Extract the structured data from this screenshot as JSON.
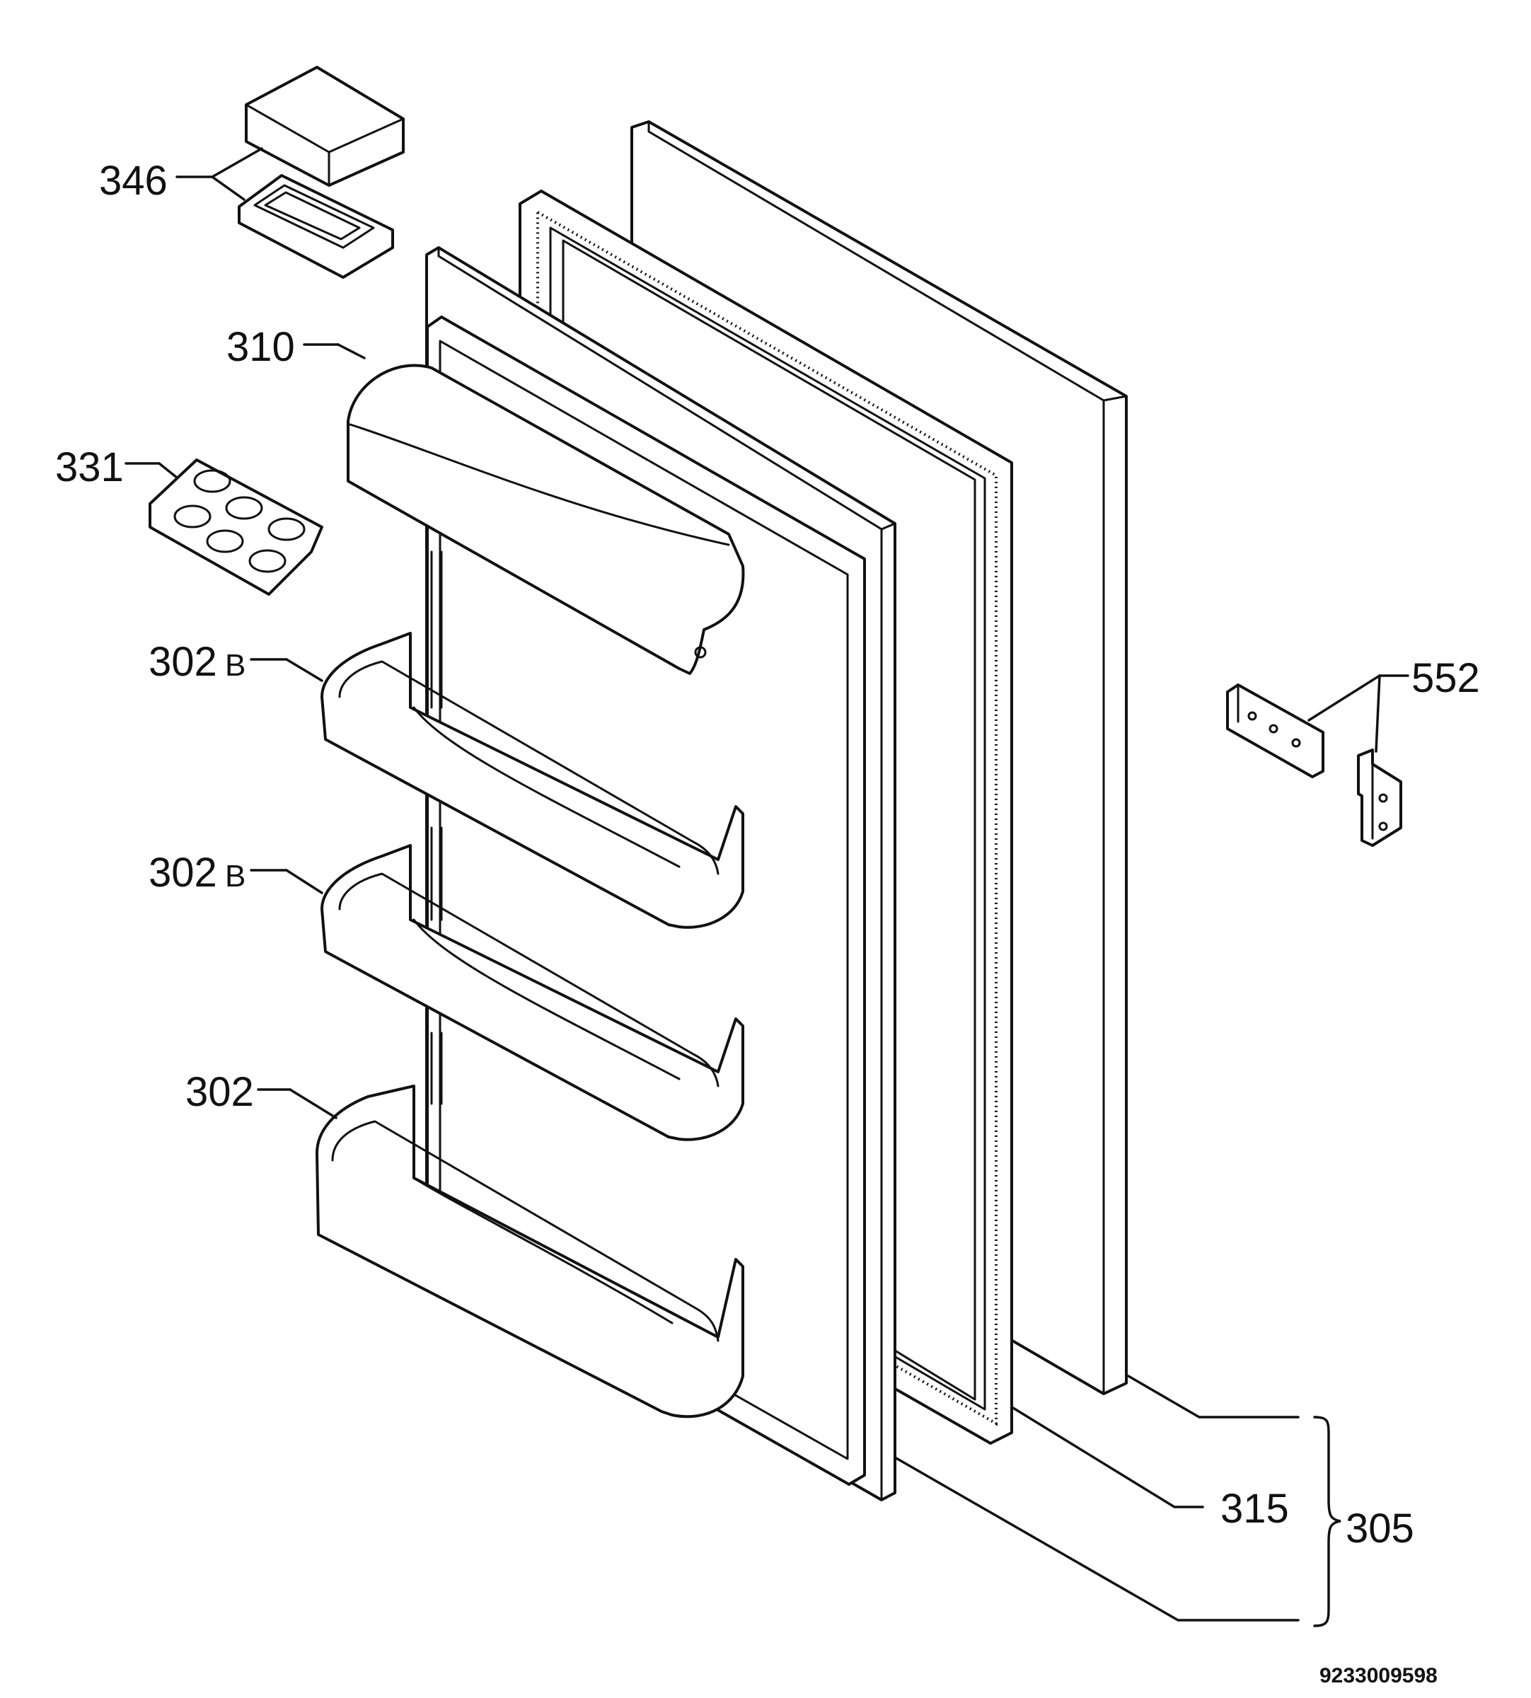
{
  "diagram": {
    "labels": {
      "l346": "346",
      "l310": "310",
      "l331": "331",
      "l302b_1": "302",
      "l302b_1_suffix": "B",
      "l302b_2": "302",
      "l302b_2_suffix": "B",
      "l302": "302",
      "l552": "552",
      "l315": "315",
      "l305": "305"
    },
    "document_number": "9233009598"
  }
}
